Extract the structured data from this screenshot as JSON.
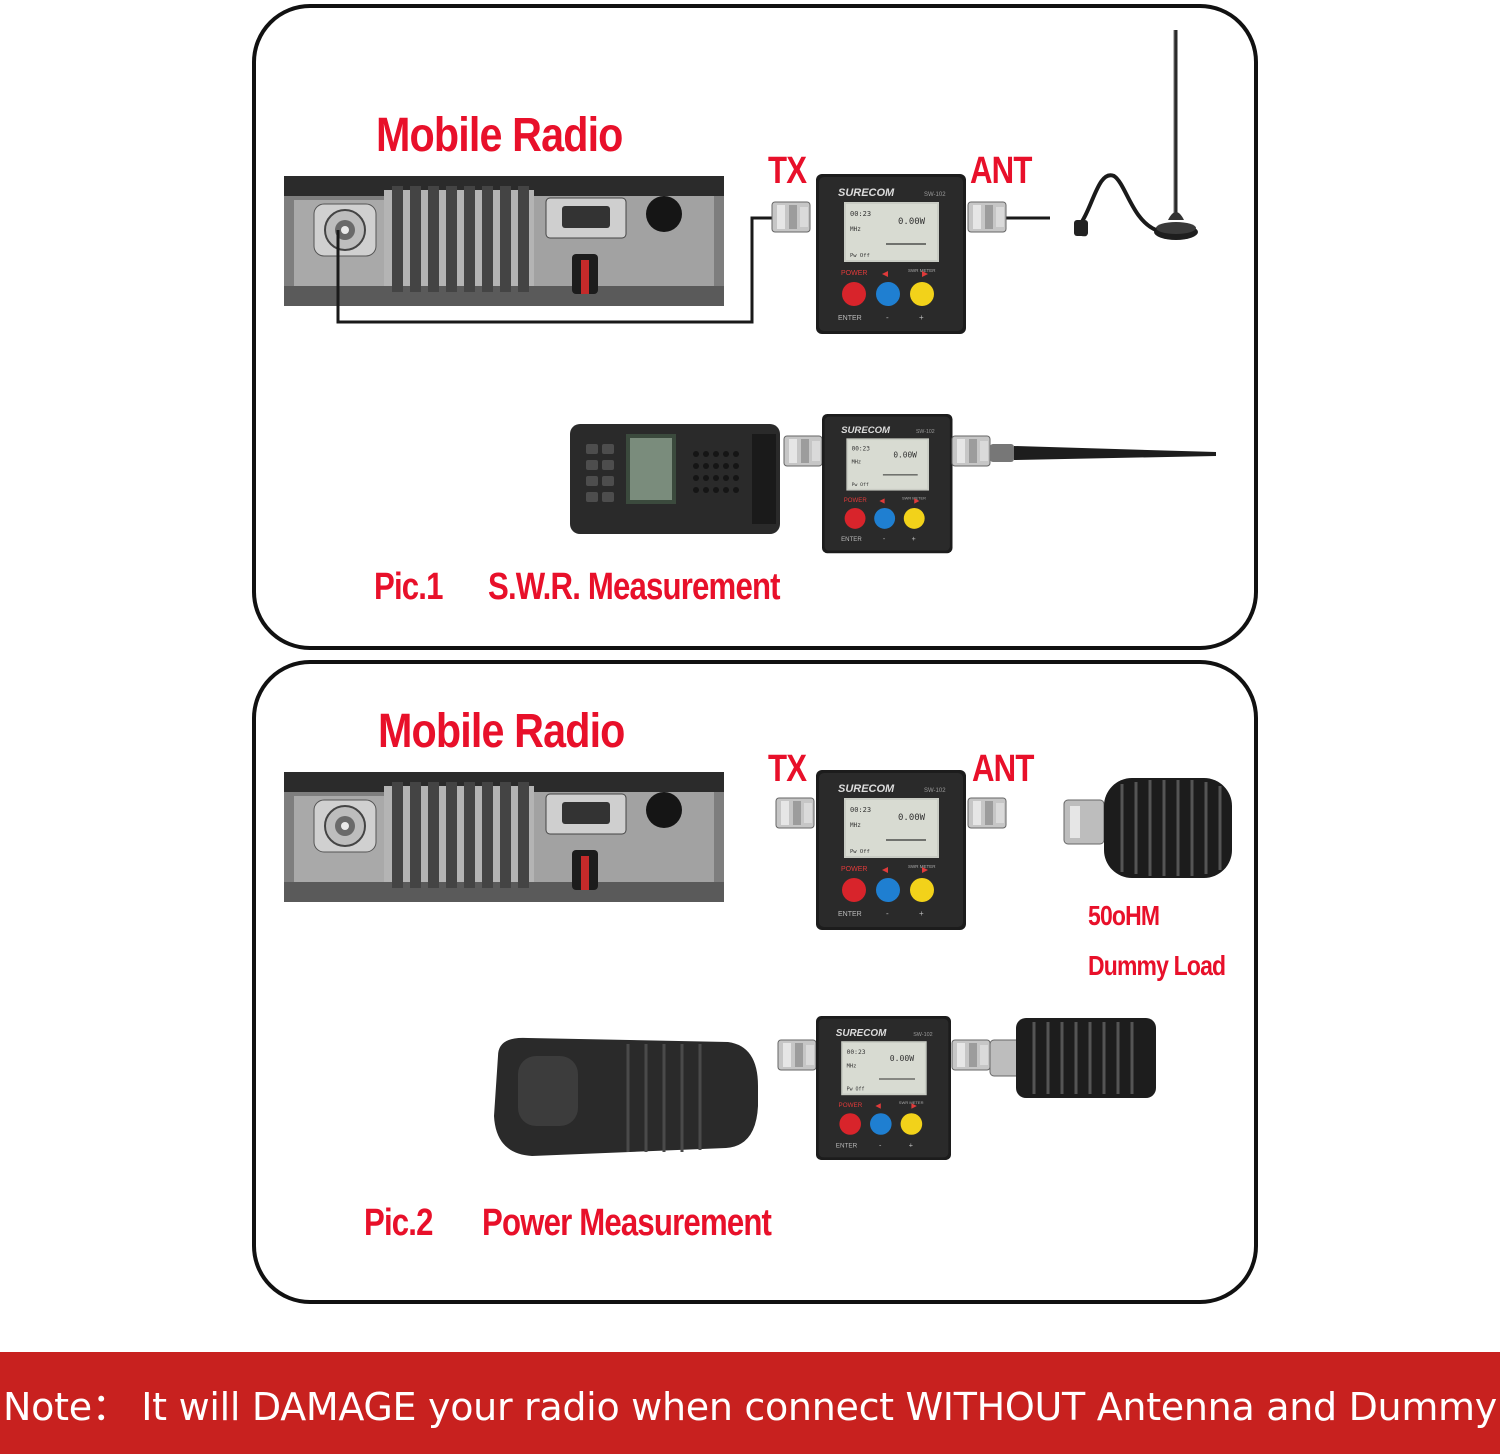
{
  "panel1": {
    "mobile_radio_label": "Mobile Radio",
    "tx_label": "TX",
    "ant_label": "ANT",
    "caption_pic": "Pic.1",
    "caption_text": "S.W.R. Measurement"
  },
  "panel2": {
    "mobile_radio_label": "Mobile Radio",
    "tx_label": "TX",
    "ant_label": "ANT",
    "load_label_1": "50oHM",
    "load_label_2": "Dummy Load",
    "caption_pic": "Pic.2",
    "caption_text": "Power Measurement"
  },
  "meter": {
    "brand": "SURECOM",
    "model": "SW-102",
    "power_label": "POWER",
    "enter_label": "ENTER",
    "minus_label": "-",
    "plus_label": "+",
    "swr_meter_label": "SWR METER",
    "lcd_line1": "00:23",
    "lcd_power": "0.00W",
    "lcd_unit": "MHz",
    "lcd_footer": "Pw Off",
    "button_colors": [
      "#d8242b",
      "#1f7fd1",
      "#f2d21a"
    ]
  },
  "note": {
    "text": "Note：  It will DAMAGE your radio when connect WITHOUT Antenna and Dummy"
  }
}
